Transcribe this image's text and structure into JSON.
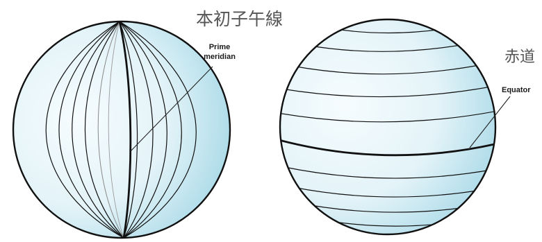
{
  "left_globe": {
    "title": "本初子午線",
    "label_line1": "Prime",
    "label_line2": "meridian"
  },
  "right_globe": {
    "title": "赤道",
    "label": "Equator"
  },
  "colors": {
    "globe_fill_light": "#f4fbfd",
    "globe_fill_dark": "#a9dbe8",
    "line": "#111111",
    "thin_line": "#777777"
  }
}
